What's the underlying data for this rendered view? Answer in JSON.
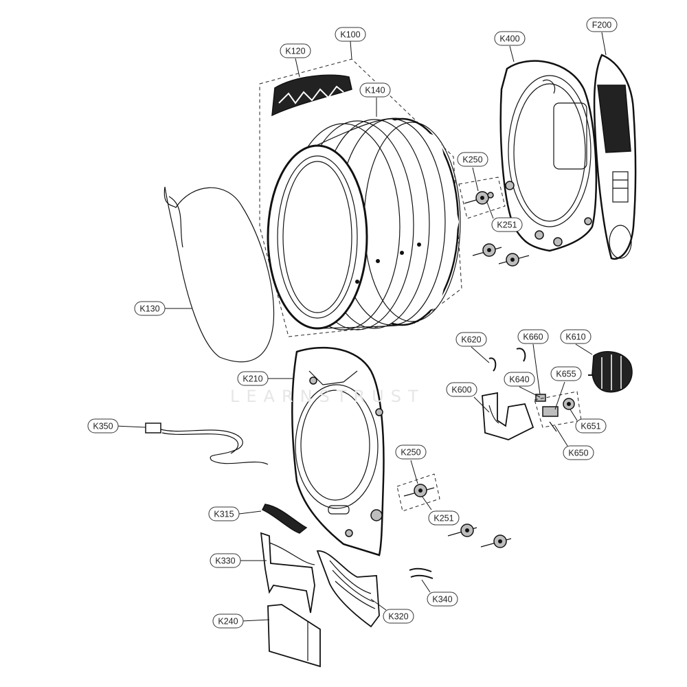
{
  "labels": {
    "K100": "K100",
    "K120": "K120",
    "K140": "K140",
    "K400": "K400",
    "F200": "F200",
    "K250a": "K250",
    "K251a": "K251",
    "K130": "K130",
    "K210": "K210",
    "K620": "K620",
    "K660": "K660",
    "K610": "K610",
    "K640": "K640",
    "K655": "K655",
    "K600": "K600",
    "K651": "K651",
    "K650": "K650",
    "K350": "K350",
    "K250b": "K250",
    "K251b": "K251",
    "K315": "K315",
    "K330": "K330",
    "K340": "K340",
    "K320": "K320",
    "K240": "K240"
  },
  "colors": {
    "line": "#111111",
    "fill": "#ffffff",
    "label_border": "#333333"
  }
}
